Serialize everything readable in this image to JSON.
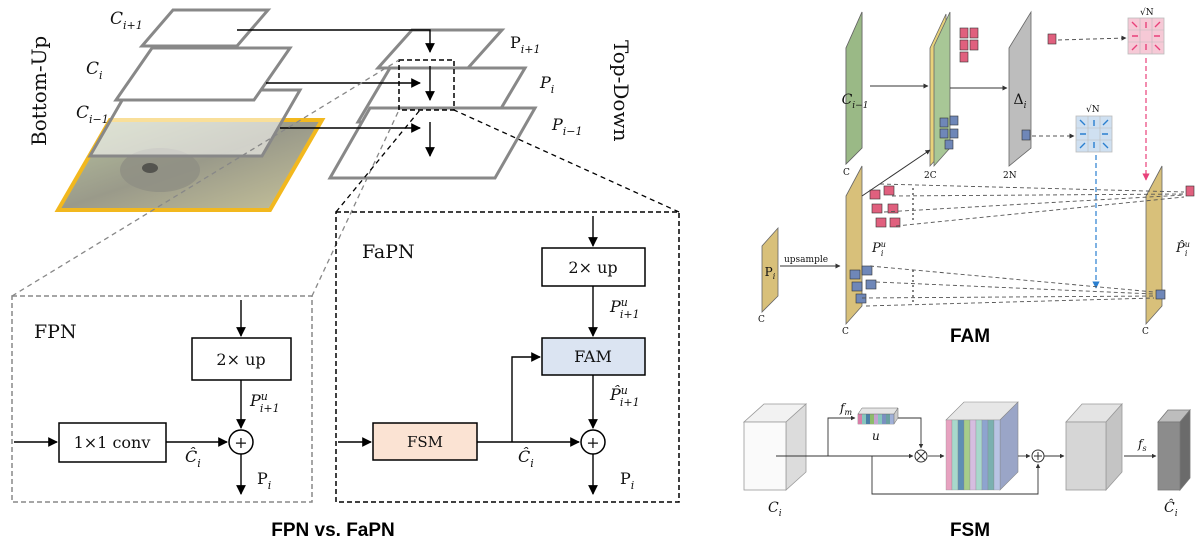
{
  "fpn_vs_fapn": {
    "caption": "FPN vs. FaPN",
    "pyramid": {
      "left_axis": "Bottom-Up",
      "right_axis": "Top-Down",
      "c_next": "C",
      "c_next_sub": "i+1",
      "c_cur": "C",
      "c_cur_sub": "i",
      "c_prev": "C",
      "c_prev_sub": "i−1",
      "p_next": "P",
      "p_next_sub": "i+1",
      "p_cur": "P",
      "p_cur_sub": "i",
      "p_prev": "P",
      "p_prev_sub": "i−1"
    },
    "fpn": {
      "title": "FPN",
      "up_box": "2× up",
      "conv_box": "1×1 conv",
      "plus": "+",
      "p_up": "P",
      "p_up_sup": "u",
      "p_up_sub": "i+1",
      "c_hat": "Ĉ",
      "c_hat_sub": "i",
      "p_out": "P",
      "p_out_sub": "i"
    },
    "fapn": {
      "title": "FaPN",
      "up_box": "2× up",
      "fam_box": "FAM",
      "fsm_box": "FSM",
      "plus": "+",
      "p_up": "P",
      "p_up_sup": "u",
      "p_up_sub": "i+1",
      "p_hat": "P̂",
      "p_hat_sup": "u",
      "p_hat_sub": "i+1",
      "c_hat": "Ĉ",
      "c_hat_sub": "i",
      "p_out": "P",
      "p_out_sub": "i"
    }
  },
  "fam": {
    "caption": "FAM",
    "c_prev": "C",
    "c_prev_sub": "i−1",
    "delta": "Δ",
    "delta_sub": "i",
    "p_in": "P",
    "p_in_sub": "i",
    "p_up": "P",
    "p_up_sub": "i",
    "p_up_sup": "u",
    "p_out": "P̂",
    "p_out_sub": "i",
    "p_out_sup": "u",
    "upsample": "upsample",
    "dim_c1": "C",
    "dim_2c": "2C",
    "dim_2n": "2N",
    "dim_c2": "C",
    "dim_c3": "C",
    "dim_c4": "C",
    "sqrtN_top": "√N",
    "sqrtN_bottom": "√N"
  },
  "fsm": {
    "caption": "FSM",
    "c_in": "C",
    "c_in_sub": "i",
    "fm": "f",
    "fm_sub": "m",
    "u": "u",
    "fs": "f",
    "fs_sub": "s",
    "c_out": "Ĉ",
    "c_out_sub": "i"
  }
}
